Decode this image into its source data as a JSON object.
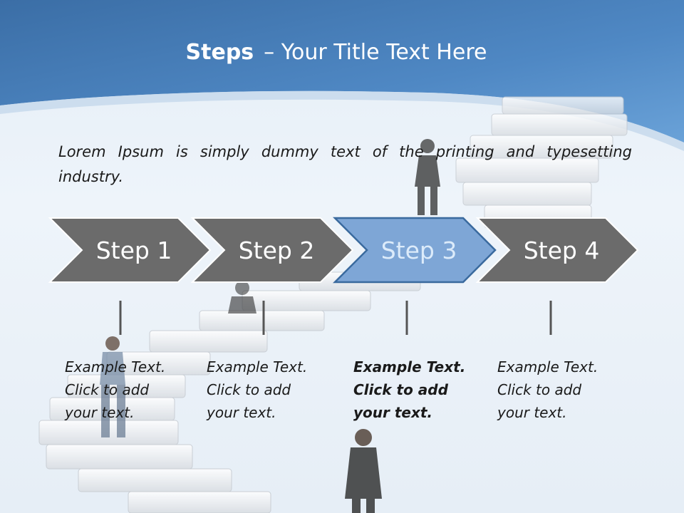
{
  "title": {
    "bold": "Steps",
    "rest": "– Your Title Text Here"
  },
  "intro": "Lorem Ipsum is simply dummy text of the printing and typesetting industry.",
  "steps": [
    {
      "label": "Step 1",
      "active": false,
      "desc": [
        "Example Text.",
        "Click  to add",
        "your text."
      ]
    },
    {
      "label": "Step 2",
      "active": false,
      "desc": [
        "Example Text.",
        "Click  to add",
        "your text."
      ]
    },
    {
      "label": "Step 3",
      "active": true,
      "desc": [
        "Example Text.",
        "Click  to add",
        "your text."
      ]
    },
    {
      "label": "Step 4",
      "active": false,
      "desc": [
        "Example Text.",
        "Click  to add",
        "your text."
      ]
    }
  ],
  "colors": {
    "header_blue": "#3f78b4",
    "step_gray": "#6b6b6b",
    "step_active": "#7ea6d6",
    "step_active_border": "#3a6a9e",
    "connector": "#555555"
  }
}
